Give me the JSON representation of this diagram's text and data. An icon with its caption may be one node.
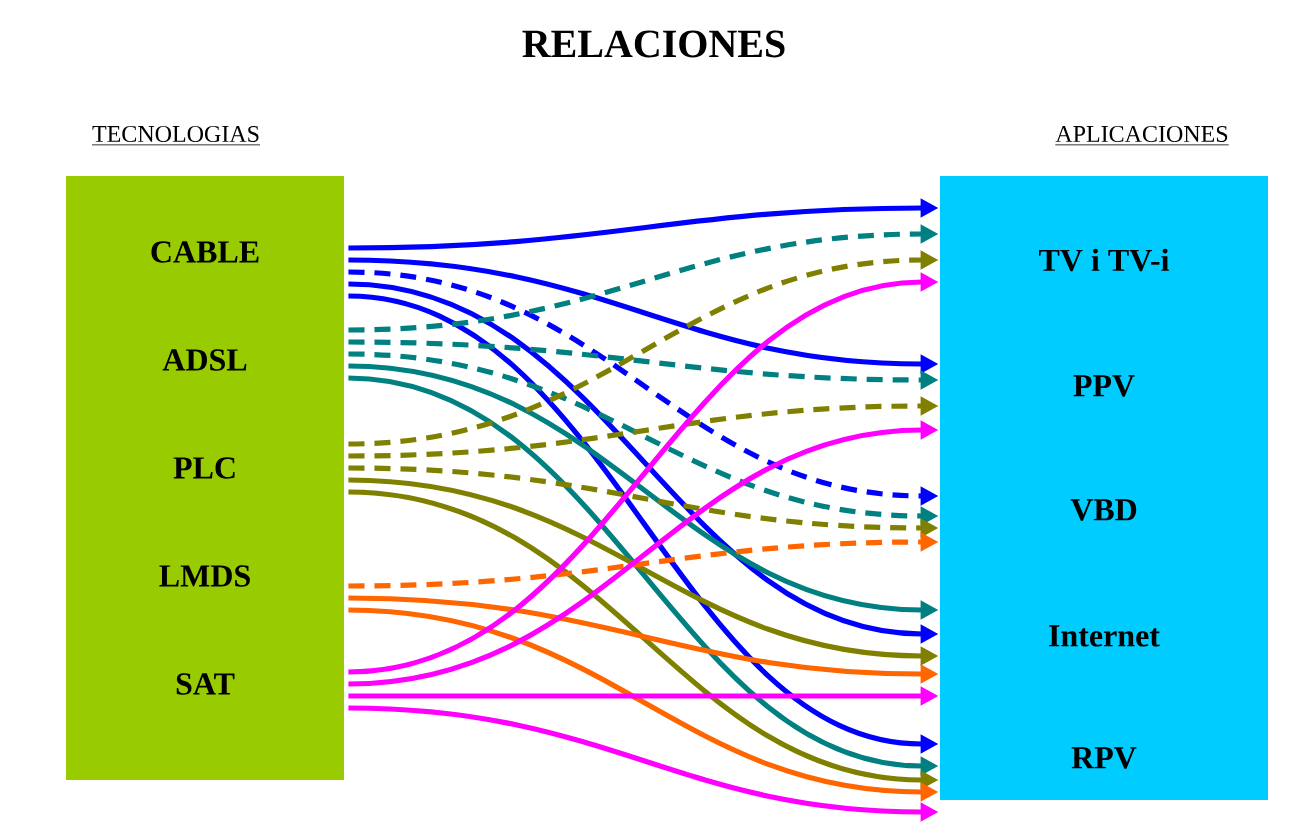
{
  "diagram": {
    "title": "RELACIONES",
    "nodes": [
      {
        "text": [
          "TECNOLOGIAS"
        ]
      },
      {
        "text": [
          "CABLE"
        ],
        "in": 0
      },
      {
        "text": [
          "ADSL"
        ],
        "in": 0
      },
      {
        "text": [
          "PLC"
        ],
        "in": 0
      },
      {
        "text": [
          "LMDS"
        ],
        "in": 0
      },
      {
        "text": [
          "SAT"
        ],
        "in": 0
      },
      {
        "text": [
          "APLICACIONES"
        ]
      },
      {
        "text": [
          "TV i TV-i"
        ],
        "in": 6
      },
      {
        "text": [
          "PPV"
        ],
        "in": 6
      },
      {
        "text": [
          "VBD"
        ],
        "in": 6
      },
      {
        "text": [
          "Internet"
        ],
        "in": 6
      },
      {
        "text": [
          "RPV"
        ],
        "in": 6
      }
    ],
    "edges": [
      {
        "from": 1,
        "to": 7,
        "arrow": "to",
        "color": "#0000ff"
      },
      {
        "from": 1,
        "to": 8,
        "arrow": "to",
        "color": "#0000ff"
      },
      {
        "from": 1,
        "to": 9,
        "arrow": "to",
        "color": "#0000ff",
        "style": "dashed"
      },
      {
        "from": 1,
        "to": 10,
        "arrow": "to",
        "color": "#0000ff"
      },
      {
        "from": 1,
        "to": 11,
        "arrow": "to",
        "color": "#0000ff"
      },
      {
        "from": 2,
        "to": 7,
        "arrow": "to",
        "color": "#008080",
        "style": "dashed"
      },
      {
        "from": 2,
        "to": 8,
        "arrow": "to",
        "color": "#008080",
        "style": "dashed"
      },
      {
        "from": 2,
        "to": 9,
        "arrow": "to",
        "color": "#008080",
        "style": "dashed"
      },
      {
        "from": 2,
        "to": 10,
        "arrow": "to",
        "color": "#008080"
      },
      {
        "from": 2,
        "to": 11,
        "arrow": "to",
        "color": "#008080"
      },
      {
        "from": 3,
        "to": 7,
        "arrow": "to",
        "color": "#808000",
        "style": "dashed"
      },
      {
        "from": 3,
        "to": 8,
        "arrow": "to",
        "color": "#808000",
        "style": "dashed"
      },
      {
        "from": 3,
        "to": 9,
        "arrow": "to",
        "color": "#808000",
        "style": "dashed"
      },
      {
        "from": 3,
        "to": 10,
        "arrow": "to",
        "color": "#808000"
      },
      {
        "from": 3,
        "to": 11,
        "arrow": "to",
        "color": "#808000"
      },
      {
        "from": 4,
        "to": 9,
        "arrow": "to",
        "color": "#ff6600",
        "style": "dashed"
      },
      {
        "from": 4,
        "to": 10,
        "arrow": "to",
        "color": "#ff6600"
      },
      {
        "from": 4,
        "to": 11,
        "arrow": "to",
        "color": "#ff6600"
      },
      {
        "from": 5,
        "to": 7,
        "arrow": "to",
        "color": "#ff00ff"
      },
      {
        "from": 5,
        "to": 8,
        "arrow": "to",
        "color": "#ff00ff"
      },
      {
        "from": 5,
        "to": 10,
        "arrow": "to",
        "color": "#ff00ff"
      },
      {
        "from": 5,
        "to": 11,
        "arrow": "to",
        "color": "#ff00ff"
      }
    ]
  }
}
